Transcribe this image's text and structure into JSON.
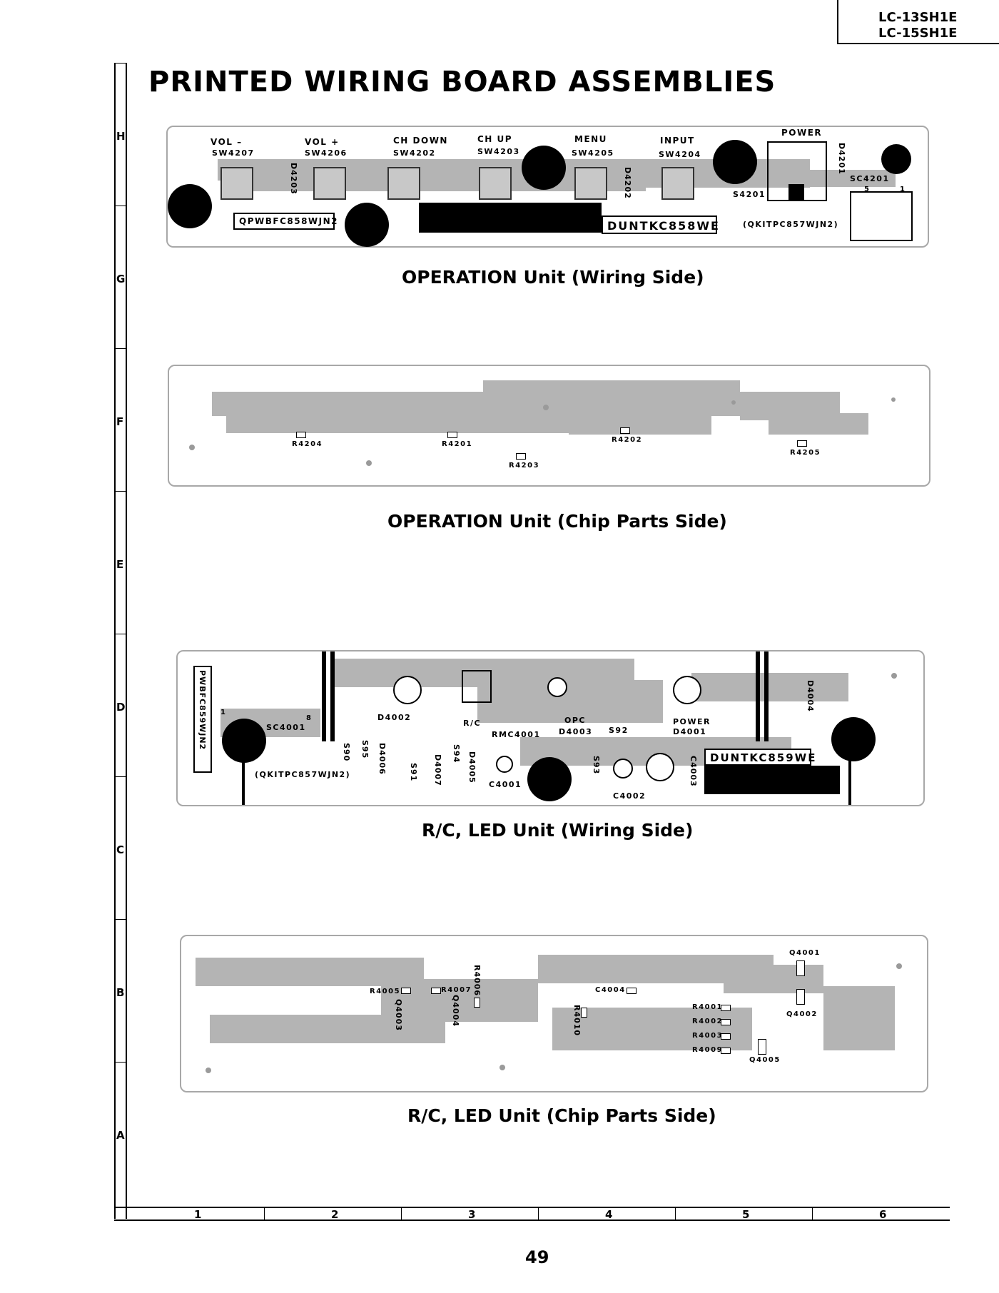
{
  "header": {
    "model_lines": [
      "LC-13SH1E",
      "LC-15SH1E"
    ]
  },
  "page_title": "PRINTED WIRING BOARD ASSEMBLIES",
  "page_number": "49",
  "grid": {
    "rows": [
      "H",
      "G",
      "F",
      "E",
      "D",
      "C",
      "B",
      "A"
    ],
    "columns": [
      "1",
      "2",
      "3",
      "4",
      "5",
      "6"
    ]
  },
  "captions": {
    "op_wiring": "OPERATION Unit (Wiring Side)",
    "op_chip": "OPERATION Unit (Chip Parts Side)",
    "rc_wiring": "R/C, LED Unit (Wiring Side)",
    "rc_chip": "R/C, LED Unit (Chip Parts Side)"
  },
  "op_wiring": {
    "switches": [
      {
        "name": "VOL  –",
        "ref": "SW4207"
      },
      {
        "name": "VOL  +",
        "ref": "SW4206"
      },
      {
        "name": "CH  DOWN",
        "ref": "SW4202"
      },
      {
        "name": "CH  UP",
        "ref": "SW4203"
      },
      {
        "name": "MENU",
        "ref": "SW4205"
      },
      {
        "name": "INPUT",
        "ref": "SW4204"
      }
    ],
    "power": "POWER",
    "diodes": [
      "D4203",
      "D4202",
      "D4201"
    ],
    "s_ref": "S4201",
    "connector": "SC4201",
    "pin5": "5",
    "pin1": "1",
    "pwb_code": "QPWBFC858WJN2",
    "unit_code": "DUNTKC858WE",
    "kit_code": "(QKITPC857WJN2)"
  },
  "op_chip": {
    "resistors": [
      "R4204",
      "R4201",
      "R4203",
      "R4202",
      "R4205"
    ]
  },
  "rc_wiring": {
    "pwb_code": "PWBFC859WJN2",
    "connector": "SC4001",
    "pin1": "1",
    "pin8": "8",
    "kit_code": "(QKITPC857WJN2)",
    "d4002": "D4002",
    "rc": "R/C",
    "rmc": "RMC4001",
    "opc": "OPC",
    "d4003": "D4003",
    "s92": "S92",
    "power": "POWER",
    "d4001": "D4001",
    "d4004": "D4004",
    "unit_code": "DUNTKC859WE",
    "c4001": "C4001",
    "c4002": "C4002",
    "c4003": "C4003",
    "d4006": "D4006",
    "d4007": "D4007",
    "d4005": "D4005",
    "s90": "S90",
    "s91": "S91",
    "s94": "S94",
    "s93": "S93",
    "s95": "S95"
  },
  "rc_chip": {
    "r4005": "R4005",
    "r4007": "R4007",
    "r4006": "R4006",
    "q4003": "Q4003",
    "q4004": "Q4004",
    "c4004": "C4004",
    "r4010": "R4010",
    "q4001": "Q4001",
    "r4001": "R4001",
    "r4002": "R4002",
    "r4003": "R4003",
    "r4009": "R4009",
    "q4002": "Q4002",
    "q4005": "Q4005"
  }
}
